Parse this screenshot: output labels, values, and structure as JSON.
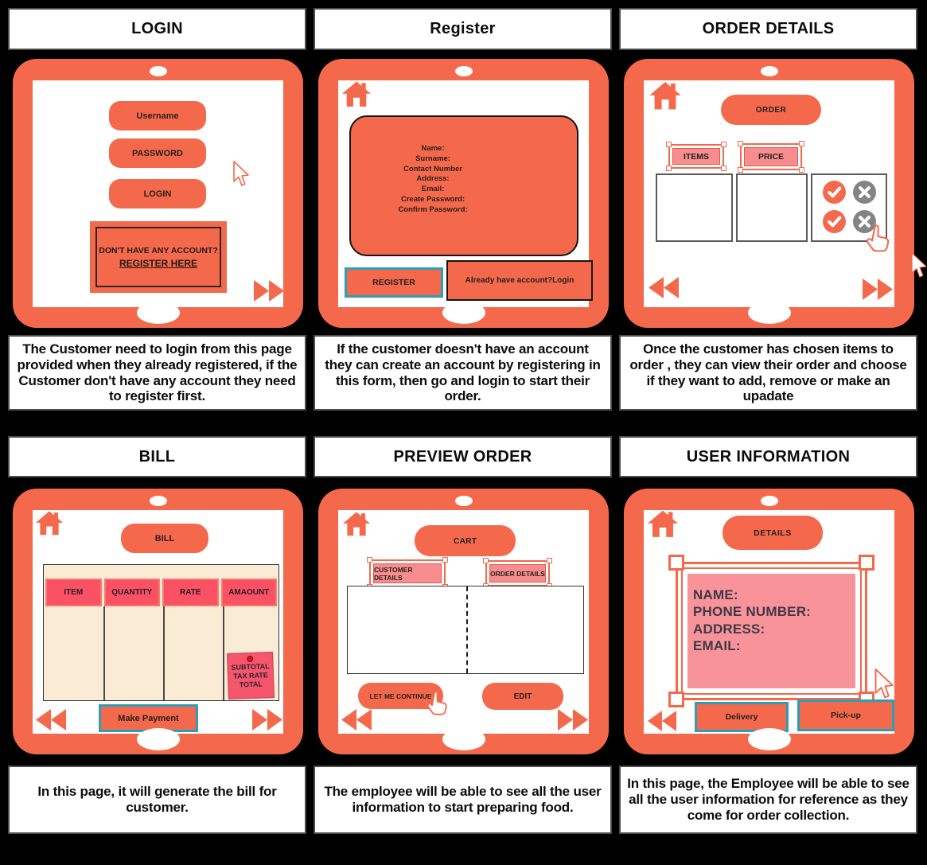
{
  "colors": {
    "accent_orange": "#F4694C",
    "pink_label": "#F78D8F",
    "pink_panel": "#F9939A",
    "red_header": "#FA5164",
    "sticky_red": "#F5566D",
    "cream_table": "#FAEBD5",
    "teal_border": "#2B9FB8",
    "gray_x": "#848484",
    "page_background": "#000000"
  },
  "panels": {
    "login": {
      "title": "LOGIN",
      "caption": "The Customer need to login from this page provided when they already registered, if the Customer don't have any account they need to register first.",
      "username_button": "Username",
      "password_button": "PASSWORD",
      "login_button": "LOGIN",
      "register_prompt_line1": "DON'T HAVE ANY ACCOUNT?",
      "register_prompt_line2": "REGISTER HERE"
    },
    "register": {
      "title": "Register",
      "caption": "If the customer doesn't have an account they can create an account by registering in this form, then go and login to start their order.",
      "form_lines": [
        "Name:",
        "Surname:",
        "Contact Number",
        "Address:",
        "Email:",
        "Create Password:",
        "Confirm Password:"
      ],
      "register_button": "REGISTER",
      "login_link_button": "Already have account?Login"
    },
    "order_details": {
      "title": "ORDER DETAILS",
      "caption": "Once the customer has chosen items to order , they can view their order and choose if they want to add, remove or make an upadate",
      "order_button": "ORDER",
      "items_label": "ITEMS",
      "price_label": "PRICE"
    },
    "bill": {
      "title": "BILL",
      "caption": "In this page, it will generate the bill for customer.",
      "bill_button": "BILL",
      "table_headers": [
        "ITEM",
        "QUANTITY",
        "RATE",
        "AMAOUNT"
      ],
      "sticky_note_lines": [
        "SUBTOTAL",
        "TAX RATE",
        "TOTAL"
      ],
      "make_payment_button": "Make Payment"
    },
    "preview_order": {
      "title": "PREVIEW ORDER",
      "caption": "The employee will be able to see all the user information to start preparing food.",
      "cart_button": "CART",
      "customer_details_label": "CUSTOMER DETAILS",
      "order_details_label": "ORDER DETAILS",
      "continue_button": "LET ME CONTINUE",
      "edit_button": "EDIT"
    },
    "user_information": {
      "title": "USER INFORMATION",
      "caption": "In this page, the Employee will be able to see all the user information for reference as they come for order collection.",
      "details_button": "DETAILS",
      "info_lines": [
        "NAME:",
        "PHONE NUMBER:",
        "ADDRESS:",
        "EMAIL:"
      ],
      "delivery_button": "Delivery",
      "pickup_button": "Pick-up"
    }
  }
}
